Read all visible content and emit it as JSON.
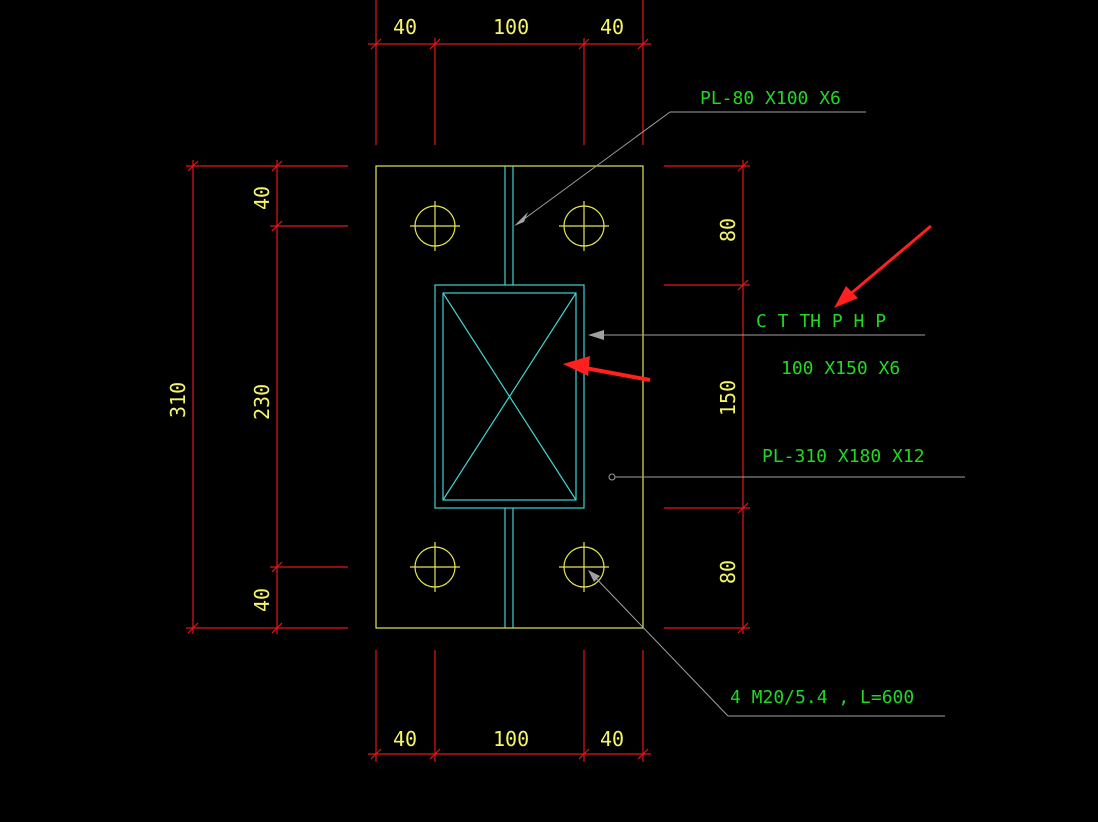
{
  "colors": {
    "background": "#000000",
    "dimension_line": "#e01818",
    "plate_outline": "#e6e650",
    "tube_outline": "#3fd3d3",
    "leader": "#a0a0a0",
    "dimension_text": "#f5f56a",
    "label_text": "#22d622",
    "arrow_highlight": "#ff2020"
  },
  "dimensions": {
    "top": [
      "40",
      "100",
      "40"
    ],
    "bottom": [
      "40",
      "100",
      "40"
    ],
    "left_overall": "310",
    "left_segments": [
      "40",
      "230",
      "40"
    ],
    "right_segments": [
      "80",
      "150",
      "80"
    ]
  },
  "labels": {
    "stiffener_plate": "PL-80 X100 X6",
    "tube_type": "C T TH P H P",
    "tube_size": "100 X150 X6",
    "base_plate": "PL-310 X180 X12",
    "anchor_bolts": "4 M20/5.4 , L=600"
  }
}
